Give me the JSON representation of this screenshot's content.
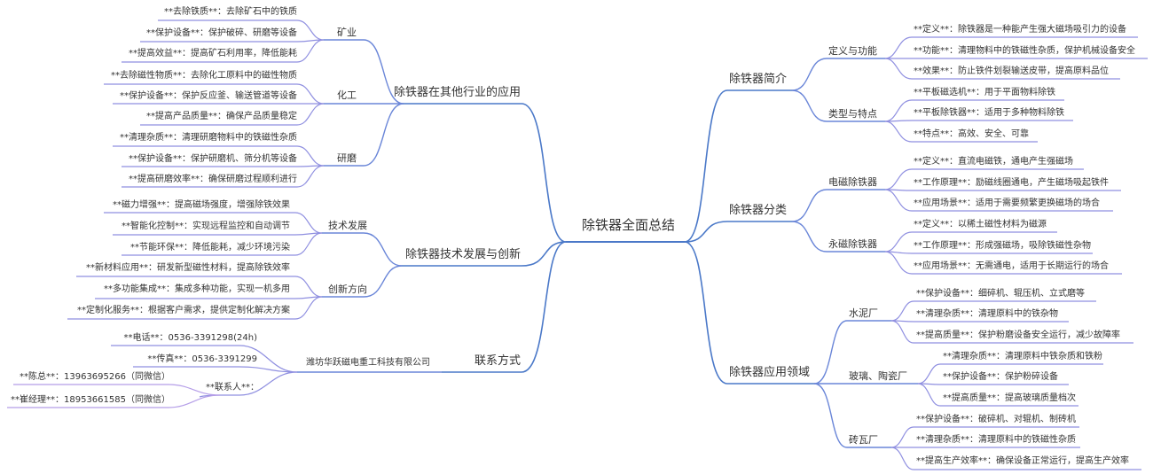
{
  "colors": {
    "root_line": "#4a78c8",
    "level1_line": "#6a86d8",
    "level2_line": "#8f8fe0",
    "level3_line": "#b59ee8",
    "text": "#333333",
    "background": "#ffffff"
  },
  "root": {
    "label": "除铁器全面总结"
  },
  "right": [
    {
      "label": "除铁器简介",
      "children": [
        {
          "label": "定义与功能",
          "items": [
            "**定义**：除铁器是一种能产生强大磁场吸引力的设备",
            "**功能**：清理物料中的铁磁性杂质，保护机械设备安全",
            "**效果**：防止铁件划裂输送皮带，提高原料品位"
          ]
        },
        {
          "label": "类型与特点",
          "items": [
            "**平板磁选机**：用于平面物料除铁",
            "**平板除铁器**：适用于多种物料除铁",
            "**特点**：高效、安全、可靠"
          ]
        }
      ]
    },
    {
      "label": "除铁器分类",
      "children": [
        {
          "label": "电磁除铁器",
          "items": [
            "**定义**：直流电磁铁，通电产生强磁场",
            "**工作原理**：励磁线圈通电，产生磁场吸起铁件",
            "**应用场景**：适用于需要频繁更换磁场的场合"
          ]
        },
        {
          "label": "永磁除铁器",
          "items": [
            "**定义**：以稀土磁性材料为磁源",
            "**工作原理**：形成强磁场，吸除铁磁性杂物",
            "**应用场景**：无需通电，适用于长期运行的场合"
          ]
        }
      ]
    },
    {
      "label": "除铁器应用领域",
      "children": [
        {
          "label": "水泥厂",
          "items": [
            "**保护设备**：细碎机、辊压机、立式磨等",
            "**清理杂质**：清理原料中的铁杂物",
            "**提高质量**：保护粉磨设备安全运行，减少故障率"
          ]
        },
        {
          "label": "玻璃、陶瓷厂",
          "items": [
            "**清理杂质**：清理原料中铁杂质和铁粉",
            "**保护设备**：保护粉碎设备",
            "**提高质量**：提高玻璃质量档次"
          ]
        },
        {
          "label": "砖瓦厂",
          "items": [
            "**保护设备**：破碎机、对辊机、制砖机",
            "**清理杂质**：清理原料中的铁磁性杂质",
            "**提高生产效率**：确保设备正常运行，提高生产效率"
          ]
        }
      ]
    }
  ],
  "left": [
    {
      "label": "除铁器在其他行业的应用",
      "children": [
        {
          "label": "矿业",
          "items": [
            "**去除铁质**：去除矿石中的铁质",
            "**保护设备**：保护破碎、研磨等设备",
            "**提高效益**：提高矿石利用率，降低能耗"
          ]
        },
        {
          "label": "化工",
          "items": [
            "**去除磁性物质**：去除化工原料中的磁性物质",
            "**保护设备**：保护反应釜、输送管道等设备",
            "**提高产品质量**：确保产品质量稳定"
          ]
        },
        {
          "label": "研磨",
          "items": [
            "**清理杂质**：清理研磨物料中的铁磁性杂质",
            "**保护设备**：保护研磨机、筛分机等设备",
            "**提高研磨效率**：确保研磨过程顺利进行"
          ]
        }
      ]
    },
    {
      "label": "除铁器技术发展与创新",
      "children": [
        {
          "label": "技术发展",
          "items": [
            "**磁力增强**：提高磁场强度，增强除铁效果",
            "**智能化控制**：实现远程监控和自动调节",
            "**节能环保**：降低能耗，减少环境污染"
          ]
        },
        {
          "label": "创新方向",
          "items": [
            "**新材料应用**：研发新型磁性材料，提高除铁效率",
            "**多功能集成**：集成多种功能，实现一机多用",
            "**定制化服务**：根据客户需求，提供定制化解决方案"
          ]
        }
      ]
    },
    {
      "label": "联系方式",
      "children": [
        {
          "label": "潍坊华跃磁电重工科技有限公司",
          "items": [
            "**电话**：0536-3391298(24h)",
            "**传真**：0536-3391299"
          ],
          "sub": {
            "label": "**联系人**：",
            "items": [
              "**陈总**：13963695266（同微信）",
              "**崔经理**：18953661585（同微信）"
            ]
          }
        }
      ]
    }
  ]
}
